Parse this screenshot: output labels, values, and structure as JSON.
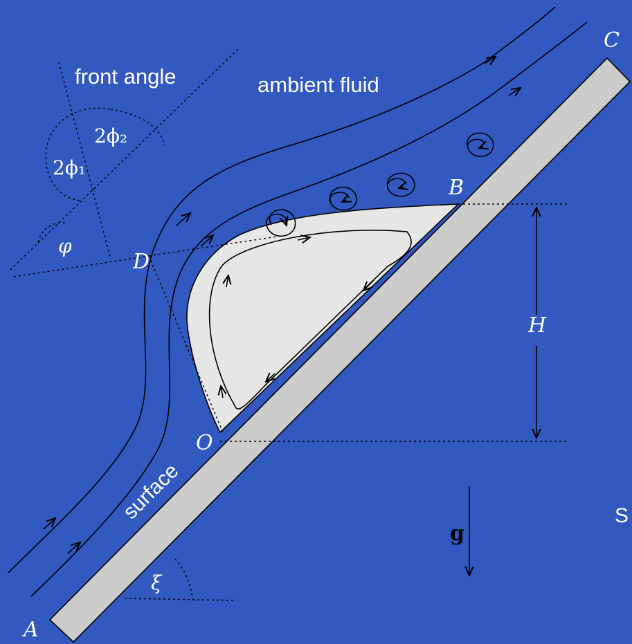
{
  "labels": {
    "front_angle": "front angle",
    "ambient_fluid": "ambient fluid",
    "surface": "surface",
    "two_phi2": "2ϕ₂",
    "two_phi1": "2ϕ₁",
    "varphi": "φ",
    "D": "D",
    "B": "B",
    "C": "C",
    "O": "O",
    "A": "A",
    "H": "H",
    "g": "g",
    "xi": "ξ",
    "edge_letter": "S"
  },
  "colors": {
    "background": "#3159c0",
    "current_fill": "#e6e6e6",
    "surface_fill": "#cccccc",
    "ink": "#000000",
    "label_white": "#ffffff"
  }
}
